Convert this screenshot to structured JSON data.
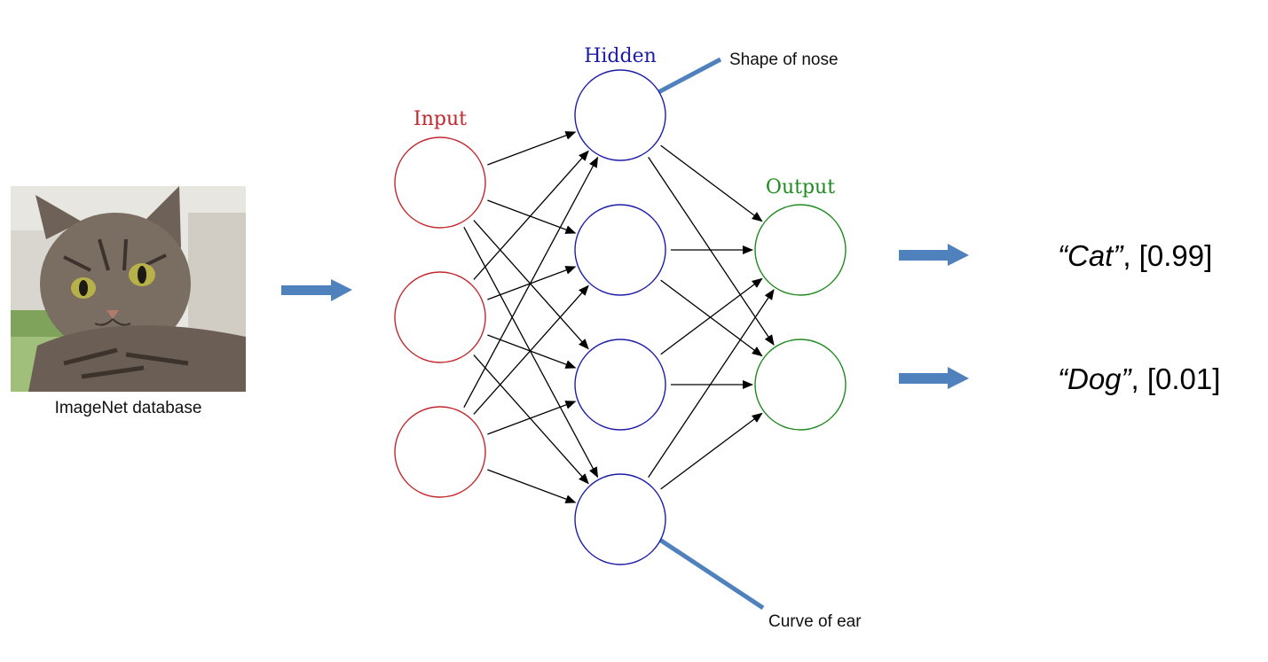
{
  "image": {
    "caption": "ImageNet database",
    "subject": "tabby cat photo"
  },
  "network": {
    "layers": [
      {
        "label": "Input",
        "color": "#c0282d",
        "nodes": 3
      },
      {
        "label": "Hidden",
        "color": "#1c1ca8",
        "nodes": 4
      },
      {
        "label": "Output",
        "color": "#1f8a1f",
        "nodes": 2
      }
    ]
  },
  "annotations": {
    "top": "Shape of nose",
    "bottom": "Curve of ear"
  },
  "outputs": [
    {
      "label": "“Cat”",
      "value": ", [0.99]"
    },
    {
      "label": "“Dog”",
      "value": ", [0.01]"
    }
  ],
  "colors": {
    "arrow": "#4f81bd",
    "edge": "#000000",
    "background": "#ffffff"
  }
}
